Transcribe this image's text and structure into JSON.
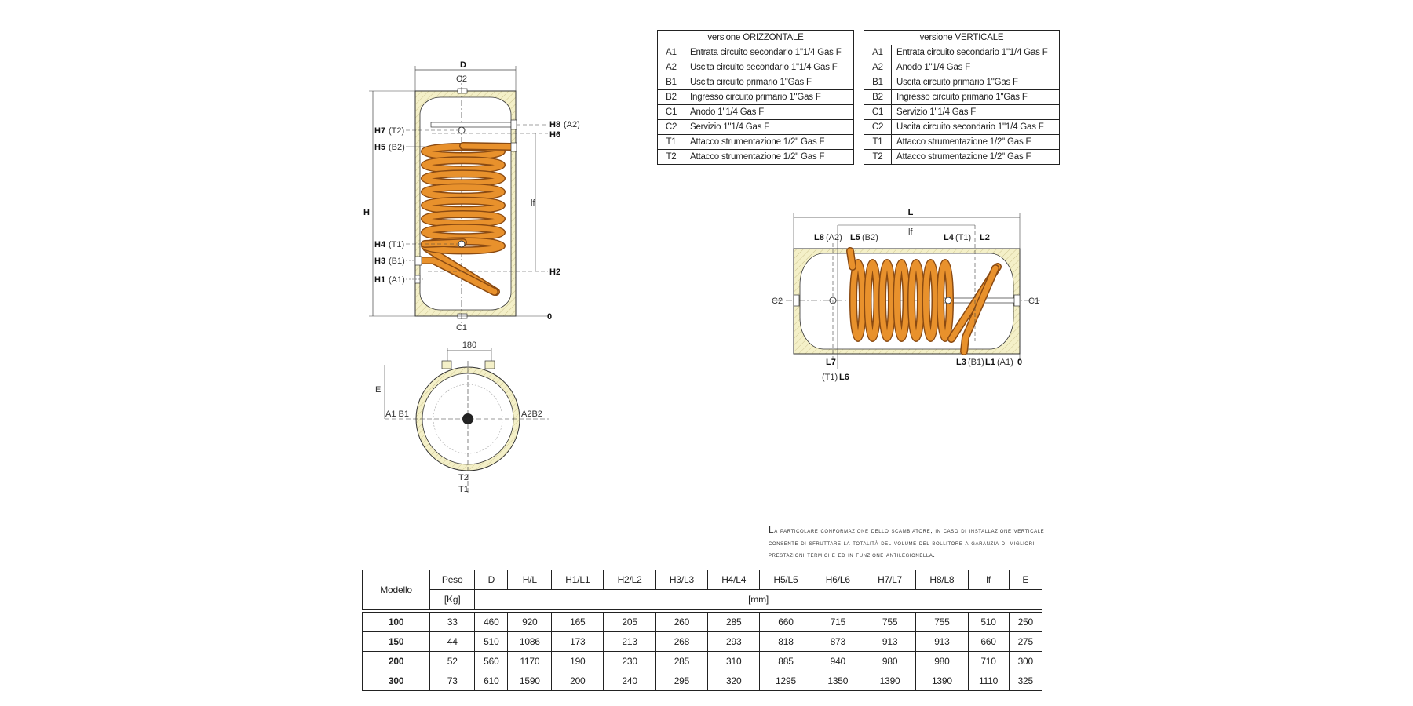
{
  "legend_tables": [
    {
      "title": "versione ORIZZONTALE",
      "rows": [
        {
          "code": "A1",
          "desc": "Entrata circuito secondario 1\"1/4 Gas F"
        },
        {
          "code": "A2",
          "desc": "Uscita circuito secondario 1\"1/4 Gas F"
        },
        {
          "code": "B1",
          "desc": "Uscita circuito primario 1\"Gas F"
        },
        {
          "code": "B2",
          "desc": "Ingresso circuito primario 1\"Gas F"
        },
        {
          "code": "C1",
          "desc": "Anodo 1\"1/4 Gas F"
        },
        {
          "code": "C2",
          "desc": "Servizio 1\"1/4 Gas F"
        },
        {
          "code": "T1",
          "desc": "Attacco strumentazione  1/2\" Gas F"
        },
        {
          "code": "T2",
          "desc": "Attacco strumentazione  1/2\" Gas F"
        }
      ]
    },
    {
      "title": "versione VERTICALE",
      "rows": [
        {
          "code": "A1",
          "desc": "Entrata circuito secondario 1\"1/4 Gas F"
        },
        {
          "code": "A2",
          "desc": "Anodo 1\"1/4 Gas F"
        },
        {
          "code": "B1",
          "desc": "Uscita circuito primario 1\"Gas F"
        },
        {
          "code": "B2",
          "desc": "Ingresso circuito primario 1\"Gas F"
        },
        {
          "code": "C1",
          "desc": "Servizio 1\"1/4 Gas F"
        },
        {
          "code": "C2",
          "desc": "Uscita circuito secondario 1\"1/4 Gas F"
        },
        {
          "code": "T1",
          "desc": "Attacco strumentazione  1/2\" Gas F"
        },
        {
          "code": "T2",
          "desc": "Attacco strumentazione  1/2\" Gas F"
        }
      ]
    }
  ],
  "note": "La particolare conformazione dello scambiatore, in caso di installazione verticale consente di sfruttare la totalità del volume del bollitore a garanzia di migliori prestazioni termiche ed in funzione antilegionella.",
  "vertical_diagram": {
    "D": "D",
    "C2": "C2",
    "C1": "C1",
    "H": "H",
    "lf": "lf",
    "zero": "0",
    "H7": "H7",
    "T2": "(T2)",
    "H5": "H5",
    "B2": "(B2)",
    "H4": "H4",
    "T1": "(T1)",
    "H3": "H3",
    "B1": "(B1)",
    "H1": "H1",
    "A1": "(A1)",
    "H8": "H8",
    "A2": "(A2)",
    "H6": "H6",
    "H2": "H2"
  },
  "section_diagram": {
    "dim": "180",
    "E": "E",
    "left": "A1 B1",
    "right": "A2B2",
    "T2": "T2",
    "T1": "T1"
  },
  "horizontal_diagram": {
    "L": "L",
    "lf": "lf",
    "L8": "L8",
    "A2": "(A2)",
    "L5": "L5",
    "B2": "(B2)",
    "L4": "L4",
    "T1": "(T1)",
    "L2": "L2",
    "C2": "C2",
    "C1": "C1",
    "L7": "L7",
    "T1b": "(T1)",
    "L6": "L6",
    "L3": "L3",
    "B1": "(B1)",
    "L1": "L1",
    "A1": "(A1)",
    "zero": "0"
  },
  "dimensions_table": {
    "model_header": "Modello",
    "headers": [
      "Peso",
      "D",
      "H/L",
      "H1/L1",
      "H2/L2",
      "H3/L3",
      "H4/L4",
      "H5/L5",
      "H6/L6",
      "H7/L7",
      "H8/L8",
      "lf",
      "E"
    ],
    "unit_kg": "[Kg]",
    "unit_mm": "[mm]",
    "rows": [
      [
        "100",
        "33",
        "460",
        "920",
        "165",
        "205",
        "260",
        "285",
        "660",
        "715",
        "755",
        "755",
        "510",
        "250"
      ],
      [
        "150",
        "44",
        "510",
        "1086",
        "173",
        "213",
        "268",
        "293",
        "818",
        "873",
        "913",
        "913",
        "660",
        "275"
      ],
      [
        "200",
        "52",
        "560",
        "1170",
        "190",
        "230",
        "285",
        "310",
        "885",
        "940",
        "980",
        "980",
        "710",
        "300"
      ],
      [
        "300",
        "73",
        "610",
        "1590",
        "200",
        "240",
        "295",
        "320",
        "1295",
        "1350",
        "1390",
        "1390",
        "1110",
        "325"
      ]
    ]
  },
  "colors": {
    "coil": "#e8912c",
    "coil_edge": "#8a4a12",
    "insulation": "#f4f0c8",
    "hatch": "#c9c08a"
  }
}
